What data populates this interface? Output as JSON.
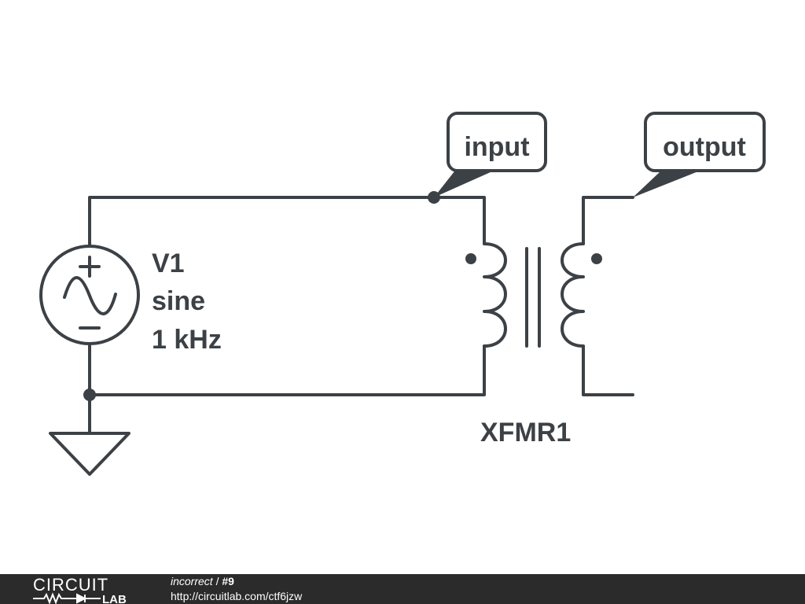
{
  "schematic": {
    "source": {
      "name": "V1",
      "type": "sine",
      "frequency": "1 kHz"
    },
    "transformer": {
      "name": "XFMR1"
    },
    "net_labels": {
      "input": "input",
      "output": "output"
    }
  },
  "footer": {
    "logo_top": "CIRCUIT",
    "logo_bottom": "LAB",
    "title": "incorrect",
    "separator": " / ",
    "number": "#9",
    "url": "http://circuitlab.com/ctf6jzw"
  },
  "colors": {
    "stroke": "#3c4146",
    "footer_bg": "#2b2b2b",
    "footer_text": "#ffffff"
  }
}
